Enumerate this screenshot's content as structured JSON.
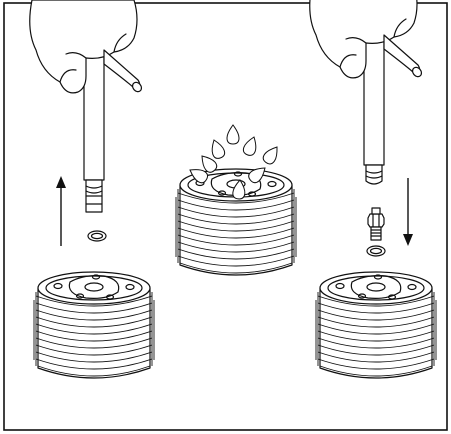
{
  "figure": {
    "panels": [
      {
        "step": "remove-glow-plug",
        "arrow_direction": "up"
      },
      {
        "step": "clean-cylinder-head",
        "arrow_direction": "none"
      },
      {
        "step": "install-glow-plug",
        "arrow_direction": "down"
      }
    ],
    "colors": {
      "ink": "#111111",
      "paper": "#ffffff"
    },
    "icons": [
      "hand-icon",
      "glow-plug-wrench-icon",
      "o-ring-washer-icon",
      "cylinder-head-icon",
      "glow-plug-icon",
      "arrow-up-icon",
      "arrow-down-icon",
      "fuel-droplet-icon"
    ]
  }
}
